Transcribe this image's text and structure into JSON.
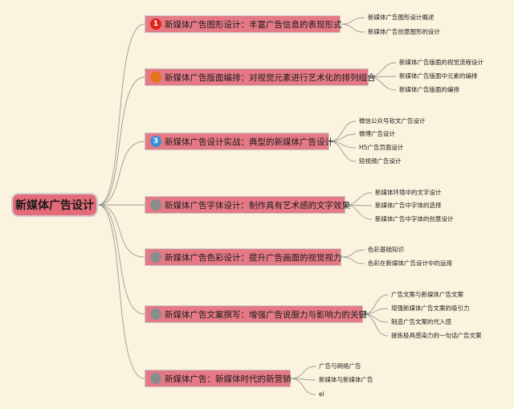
{
  "root": {
    "label": "新媒体广告设计"
  },
  "branches": [
    {
      "label": "新媒体广告图形设计：丰富广告信息的表现形式",
      "badge": "1",
      "badge_color": "#e0261c",
      "children": [
        "新媒体广告图形设计概述",
        "新媒体广告创意图形的设计"
      ]
    },
    {
      "label": "新媒体广告版面编排：对视觉元素进行艺术化的排列组合",
      "badge": "",
      "badge_color": "#e8731f",
      "children": [
        "新媒体广告版面的视觉流程设计",
        "新媒体广告版面中元素的编排",
        "新媒体广告版面的编排"
      ]
    },
    {
      "label": "新媒体广告设计实战：典型的新媒体广告设计",
      "badge": "3",
      "badge_color": "#3b8fd6",
      "children": [
        "微信公众号软文广告设计",
        "微博广告设计",
        "H5广告页面设计",
        "短视频广告设计"
      ]
    },
    {
      "label": "新媒体广告字体设计：制作具有艺术感的文字效果",
      "badge": "",
      "badge_color": "#8c8c8c",
      "children": [
        "新媒体环境中的文字设计",
        "新媒体广告中字体的选择",
        "新媒体广告中字体的创意设计"
      ]
    },
    {
      "label": "新媒体广告色彩设计：提升广告画面的视觉视力",
      "badge": "",
      "badge_color": "#8c8c8c",
      "children": [
        "色彩基础知识",
        "色彩在新媒体广告设计中的运用"
      ]
    },
    {
      "label": "新媒体广告文案撰写：增强广告说服力与影响力的关键",
      "badge": "",
      "badge_color": "#8c8c8c",
      "children": [
        "广告文案与新媒体广告文案",
        "增强新媒体广告文案的吸引力",
        "制造广告文案的代入感",
        "提炼极具感染力的一句话广告文案"
      ]
    },
    {
      "label": "新媒体广告：新媒体时代的新营销",
      "badge": "",
      "badge_color": "#8c8c8c",
      "children": [
        "广告与网络广告",
        "新媒体与新媒体广告",
        "el"
      ]
    }
  ],
  "colors": {
    "background": "#fbf3dd",
    "branch_fill": "#e57a86",
    "root_fill": "#e36b7a",
    "line": "#9a9a9a"
  }
}
